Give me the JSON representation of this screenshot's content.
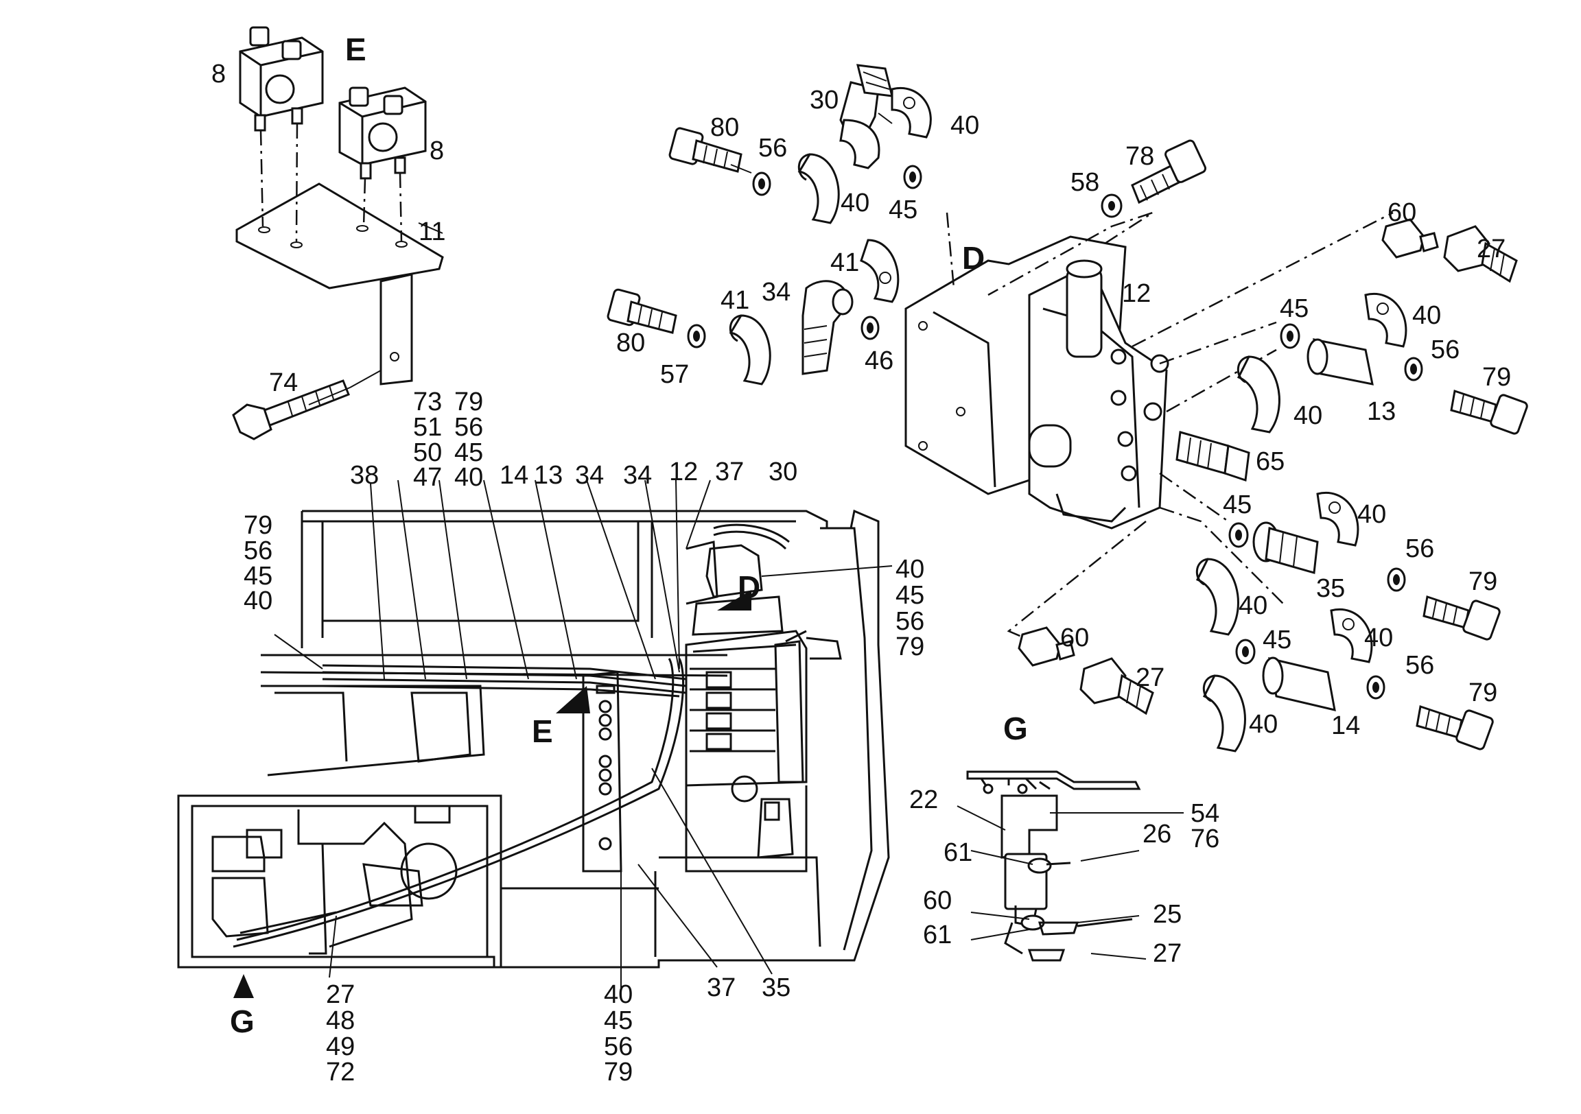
{
  "diagram": {
    "sections": {
      "E": "E",
      "D": "D",
      "G": "G"
    },
    "markers": {
      "E": "E",
      "D": "D",
      "G": "G"
    },
    "labels": {
      "e_8a": "8",
      "e_8b": "8",
      "e_11": "11",
      "e_74": "74",
      "d_80a": "80",
      "d_56a": "56",
      "d_30": "30",
      "d_40a": "40",
      "d_40b": "40",
      "d_45a": "45",
      "d_58": "58",
      "d_78": "78",
      "d_41a": "41",
      "d_41b": "41",
      "d_34": "34",
      "d_12": "12",
      "d_80b": "80",
      "d_57": "57",
      "d_46": "46",
      "d_60a": "60",
      "d_27a": "27",
      "d_45b": "45",
      "d_40c": "40",
      "d_56b": "56",
      "d_79a": "79",
      "d_13": "13",
      "d_40d": "40",
      "d_65": "65",
      "d_45c": "45",
      "d_40e": "40",
      "d_56c": "56",
      "d_79b": "79",
      "d_35": "35",
      "d_40f": "40",
      "d_45d": "45",
      "d_40g": "40",
      "d_56d": "56",
      "d_79c": "79",
      "d_14": "14",
      "d_40h": "40",
      "d_60b": "60",
      "d_27b": "27",
      "m_38": "38",
      "m_73": "73",
      "m_51": "51",
      "m_50": "50",
      "m_47": "47",
      "m_79a": "79",
      "m_56a": "56",
      "m_45a": "45",
      "m_40a": "40",
      "m_14": "14",
      "m_13": "13",
      "m_34a": "34",
      "m_34b": "34",
      "m_12": "12",
      "m_37a": "37",
      "m_30": "30",
      "m_79l": "79",
      "m_56l": "56",
      "m_45l": "45",
      "m_40l": "40",
      "m_40r": "40",
      "m_45r": "45",
      "m_56r": "56",
      "m_79r": "79",
      "m_27": "27",
      "m_48": "48",
      "m_49": "49",
      "m_72": "72",
      "m_40b": "40",
      "m_45b": "45",
      "m_56b": "56",
      "m_79b": "79",
      "m_37b": "37",
      "m_35": "35",
      "g_22": "22",
      "g_54": "54",
      "g_76": "76",
      "g_61a": "61",
      "g_26": "26",
      "g_60": "60",
      "g_61b": "61",
      "g_25": "25",
      "g_27": "27"
    }
  }
}
